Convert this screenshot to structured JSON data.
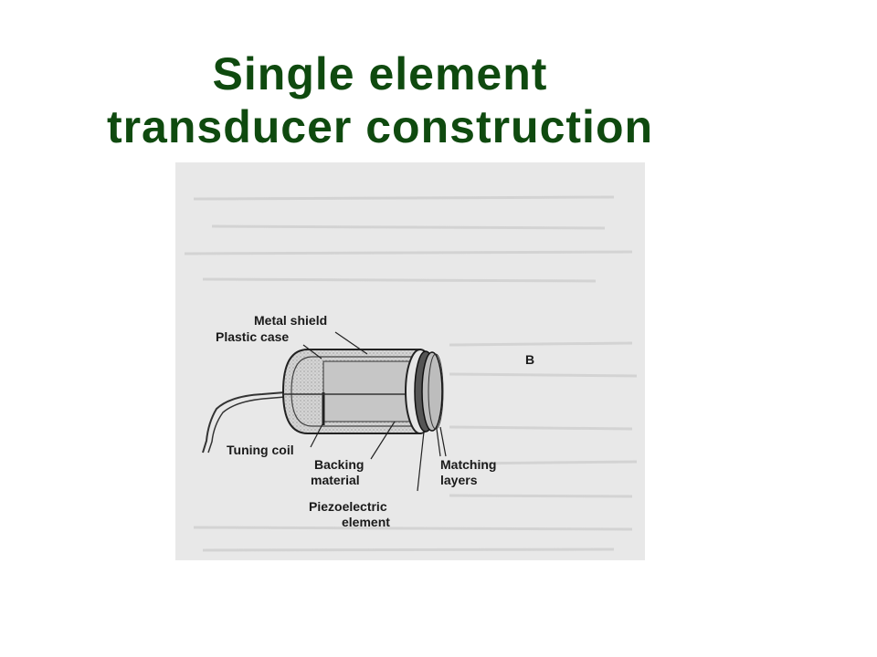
{
  "slide": {
    "title_line1": "Single element",
    "title_line2": "transducer construction",
    "title_color": "#0f4a0f"
  },
  "diagram": {
    "panel_letter": "B",
    "labels": {
      "metal_shield": "Metal shield",
      "plastic_case": "Plastic case",
      "tuning_coil": "Tuning coil",
      "backing_line1": "Backing",
      "backing_line2": "material",
      "matching_line1": "Matching",
      "matching_line2": "layers",
      "piezo_line1": "Piezoelectric",
      "piezo_line2": "element"
    }
  }
}
